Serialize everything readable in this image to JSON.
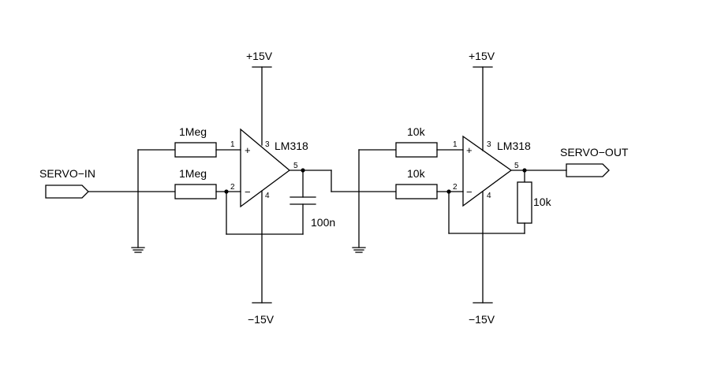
{
  "ports": {
    "input": "SERVO−IN",
    "output": "SERVO−OUT"
  },
  "rails": {
    "positive": "+15V",
    "negative": "−15V"
  },
  "stage1": {
    "opamp": "LM318",
    "r_in_pos": "1Meg",
    "r_in_neg": "1Meg",
    "cap": "100n",
    "pin_in_pos": "1",
    "pin_in_neg": "2",
    "pin_vpos": "3",
    "pin_vneg": "4",
    "pin_out": "5",
    "sign_pos": "+",
    "sign_neg": "−"
  },
  "stage2": {
    "opamp": "LM318",
    "r_in_pos": "10k",
    "r_in_neg": "10k",
    "r_fb": "10k",
    "pin_in_pos": "1",
    "pin_in_neg": "2",
    "pin_vpos": "3",
    "pin_vneg": "4",
    "pin_out": "5",
    "sign_pos": "+",
    "sign_neg": "−"
  }
}
